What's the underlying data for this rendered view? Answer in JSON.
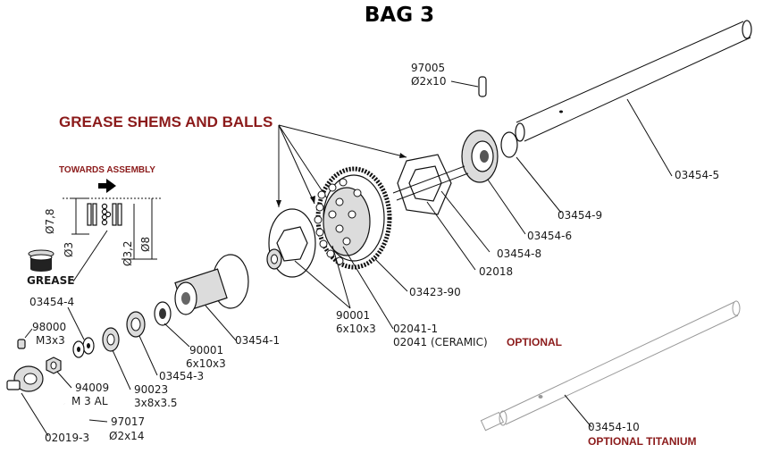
{
  "title": "BAG 3",
  "grease_note": "GREASE SHEMS AND BALLS",
  "towards_assembly": "TOWARDS ASSEMBLY",
  "grease_label": "GREASE",
  "dims": {
    "d78": "Ø7,8",
    "d3": "Ø3",
    "d32": "Ø3,2",
    "d8": "Ø8"
  },
  "parts": {
    "p97005_code": "97005",
    "p97005_size": "Ø2x10",
    "p03454_5": "03454-5",
    "p03454_9": "03454-9",
    "p03454_6": "03454-6",
    "p03454_8": "03454-8",
    "p02018": "02018",
    "p03423_90": "03423-90",
    "p90001a_code": "90001",
    "p90001a_size": "6x10x3",
    "p02041_1": "02041-1",
    "p02041_text": "02041 (CERAMIC)",
    "p02041_opt": "OPTIONAL",
    "p03454_4": "03454-4",
    "p98000_code": "98000",
    "p98000_size": "M3x3",
    "p03454_1": "03454-1",
    "p90001b_code": "90001",
    "p90001b_size": "6x10x3",
    "p03454_3": "03454-3",
    "p94009_code": "94009",
    "p94009_size": "M 3 AL",
    "p90023_code": "90023",
    "p90023_size": "3x8x3.5",
    "p97017_code": "97017",
    "p97017_size": "Ø2x14",
    "p02019_3": "02019-3",
    "p03454_10": "03454-10",
    "optional_titanium": "OPTIONAL TITANIUM"
  }
}
